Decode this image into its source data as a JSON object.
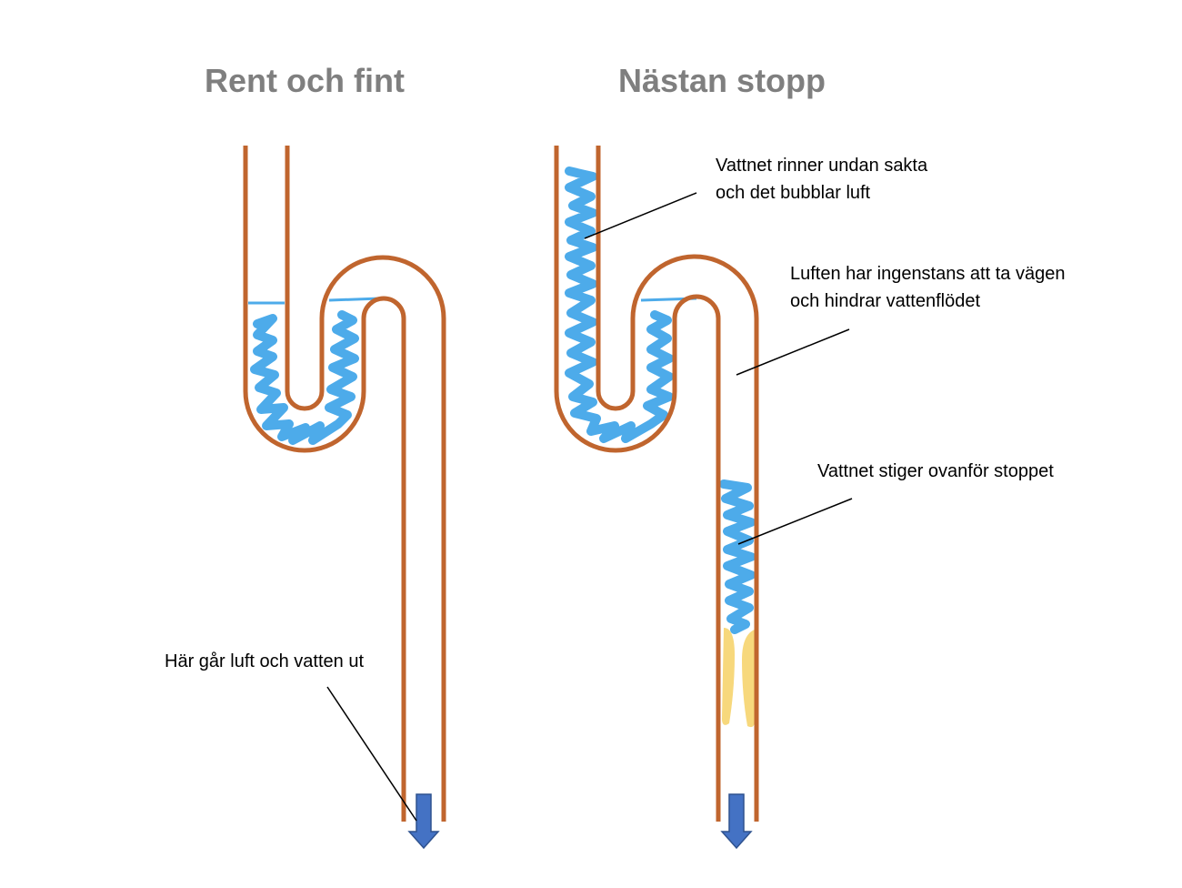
{
  "diagram": {
    "title_clean": "Rent och fint",
    "title_clogged": "Nästan stopp",
    "annotations": {
      "water_drains_line1": "Vattnet rinner undan sakta",
      "water_drains_line2": "och det bubblar luft",
      "air_nowhere_line1": "Luften har ingenstans att ta vägen",
      "air_nowhere_line2": "och hindrar vattenflödet",
      "water_rises": "Vattnet stiger ovanför stoppet",
      "air_water_out": "Här går luft och vatten ut"
    },
    "colors": {
      "pipe": "#c0652e",
      "water": "#4dabea",
      "clog": "#f7d87c",
      "arrow": "#4472c4",
      "title": "#7f7f7f"
    }
  }
}
